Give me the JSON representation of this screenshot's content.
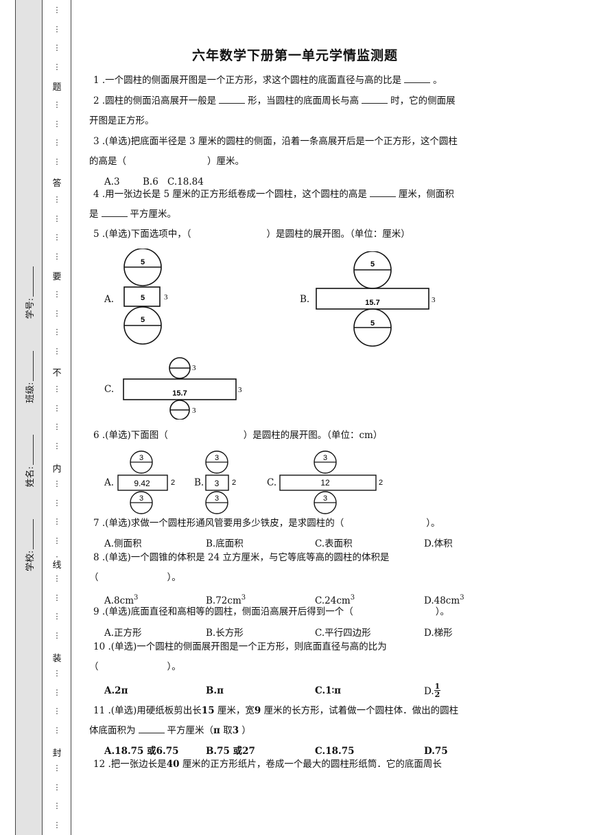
{
  "title": "六年数学下册第一单元学情监测题",
  "sidebar": {
    "seal_chars": [
      "题",
      "答",
      "要",
      "不",
      "内",
      "线",
      "装",
      "封"
    ],
    "fields": [
      {
        "label": "学校:"
      },
      {
        "label": "姓名:"
      },
      {
        "label": "班级:"
      },
      {
        "label": "学号:"
      }
    ],
    "dot": "⋮"
  },
  "questions": {
    "q1": "1 .一个圆柱的侧面展开图是一个正方形，求这个圆柱的底面直径与高的比是",
    "q1_end": "。",
    "q2_a": "2 .圆柱的侧面沿高展开一般是",
    "q2_b": "形，当圆柱的底面周长与高",
    "q2_c": "时，它的侧面展",
    "q2_d": "开图是正方形。",
    "q3_a": "3 .(单选)把底面半径是 3 厘米的圆柱的侧面，沿着一条高展开后是一个正方形，这个圆柱",
    "q3_b": "的高是（",
    "q3_c": "）厘米。",
    "q3_opts": [
      "A.3",
      "B.6",
      "C.18.84"
    ],
    "q4_a": "4 .用一张边长是 5 厘米的正方形纸卷成一个圆柱，这个圆柱的高是",
    "q4_b": "厘米，侧面积",
    "q4_c": "是",
    "q4_d": "平方厘米。",
    "q5_a": "5 .(单选)下面选项中，（",
    "q5_b": "）是圆柱的展开图。（单位：厘米）",
    "q5_fig": {
      "a": "A.",
      "b": "B.",
      "c": "C.",
      "n5": "5",
      "n3": "3",
      "n157": "15.7"
    },
    "q6_a": "6 .(单选)下面图（",
    "q6_b": "）是圆柱的展开图。（单位：cm）",
    "q6_fig": {
      "a": "A.",
      "b": "B.",
      "c": "C.",
      "n3": "3",
      "n2": "2",
      "n942": "9.42",
      "n12": "12"
    },
    "q7_a": "7 .(单选)求做一个圆柱形通风管要用多少铁皮，是求圆柱的（",
    "q7_b": "）。",
    "q7_opts": [
      "A.侧面积",
      "B.底面积",
      "C.表面积",
      "D.体积"
    ],
    "q8_a": "8 .(单选)一个圆锥的体积是 24 立方厘米，与它等底等高的圆柱的体积是",
    "q8_b": "（",
    "q8_c": "）。",
    "q8_opts": [
      "A.8cm",
      "B.72cm",
      "C.24cm",
      "D.48cm"
    ],
    "q8_sup": "3",
    "q9_a": "9 .(单选)底面直径和高相等的圆柱，侧面沿高展开后得到一个（",
    "q9_b": "）。",
    "q9_opts": [
      "A.正方形",
      "B.长方形",
      "C.平行四边形",
      "D.梯形"
    ],
    "q10_a": "10 .(单选)一个圆柱的侧面展开图是一个正方形，则底面直径与高的比为",
    "q10_b": "（",
    "q10_c": "）。",
    "q10_opts": [
      "A.2π",
      "B.π",
      "C.1∶π",
      "D."
    ],
    "q10_frac": {
      "num": "1",
      "den": "2"
    },
    "q11_a": "11 .(单选)用硬纸板剪出长",
    "q11_n15": "15",
    "q11_b": "厘米，宽",
    "q11_n9": "9",
    "q11_c": "厘米的长方形，试着做一个圆柱体．做出的圆柱",
    "q11_d": "体底面积为",
    "q11_e": "平方厘米（",
    "q11_pi": "π",
    "q11_f": "取",
    "q11_n3": "3",
    "q11_g": "）",
    "q11_opts": [
      "A.18.75 或6.75",
      "B.75 或27",
      "C.18.75",
      "D.75"
    ],
    "q12_a": "12 .把一张边长是",
    "q12_n40": "40",
    "q12_b": "厘米的正方形纸片，卷成一个最大的圆柱形纸筒．它的底面周长"
  }
}
